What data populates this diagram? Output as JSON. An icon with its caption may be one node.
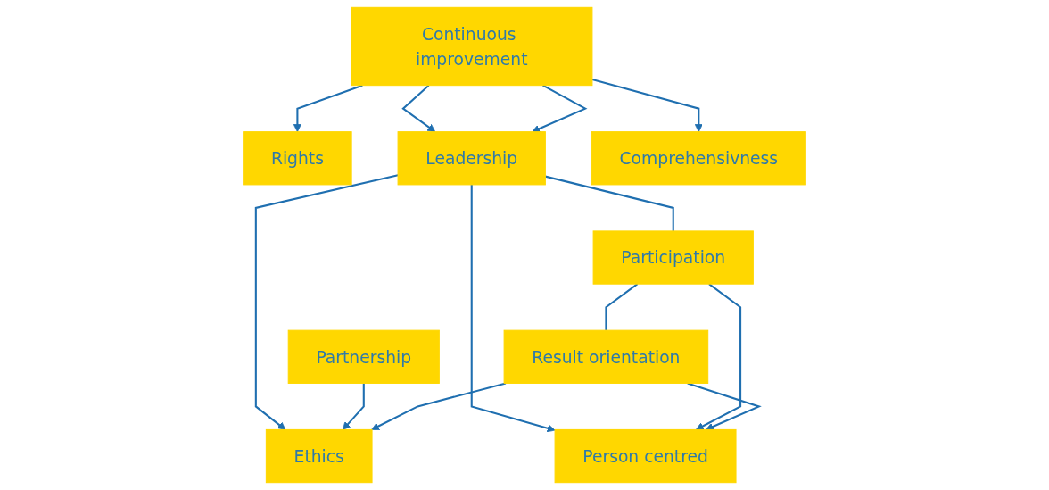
{
  "diagram": {
    "nodes": [
      {
        "text": [
          "Continuous improvement"
        ]
      },
      {
        "text": [
          "Rights"
        ]
      },
      {
        "text": [
          "Ethics"
        ]
      },
      {
        "text": [
          "Leadership"
        ]
      },
      {
        "text": [
          "Partnership"
        ]
      },
      {
        "text": [
          "Participation"
        ]
      },
      {
        "text": [
          "Result orientation"
        ]
      },
      {
        "text": [
          "Person centred"
        ]
      },
      {
        "text": [
          "Comprehensivness"
        ]
      }
    ],
    "edges": [
      {
        "from": 0,
        "to": 1,
        "arrow": "to"
      },
      {
        "from": 0,
        "to": 3,
        "arrow": "to"
      },
      {
        "from": 0,
        "to": 8,
        "arrow": "to"
      },
      {
        "from": 0,
        "to": 3,
        "arrow": "to"
      },
      {
        "from": 3,
        "to": 2,
        "arrow": "to"
      },
      {
        "from": 3,
        "to": 7,
        "arrow": "to"
      },
      {
        "from": 3,
        "to": 5,
        "arrow": "none"
      },
      {
        "from": 5,
        "to": 6,
        "arrow": "none"
      },
      {
        "from": 4,
        "to": 2,
        "arrow": "to"
      },
      {
        "from": 5,
        "to": 7,
        "arrow": "to"
      },
      {
        "from": 6,
        "to": 2,
        "arrow": "to"
      },
      {
        "from": 6,
        "to": 7,
        "arrow": "to"
      }
    ]
  }
}
